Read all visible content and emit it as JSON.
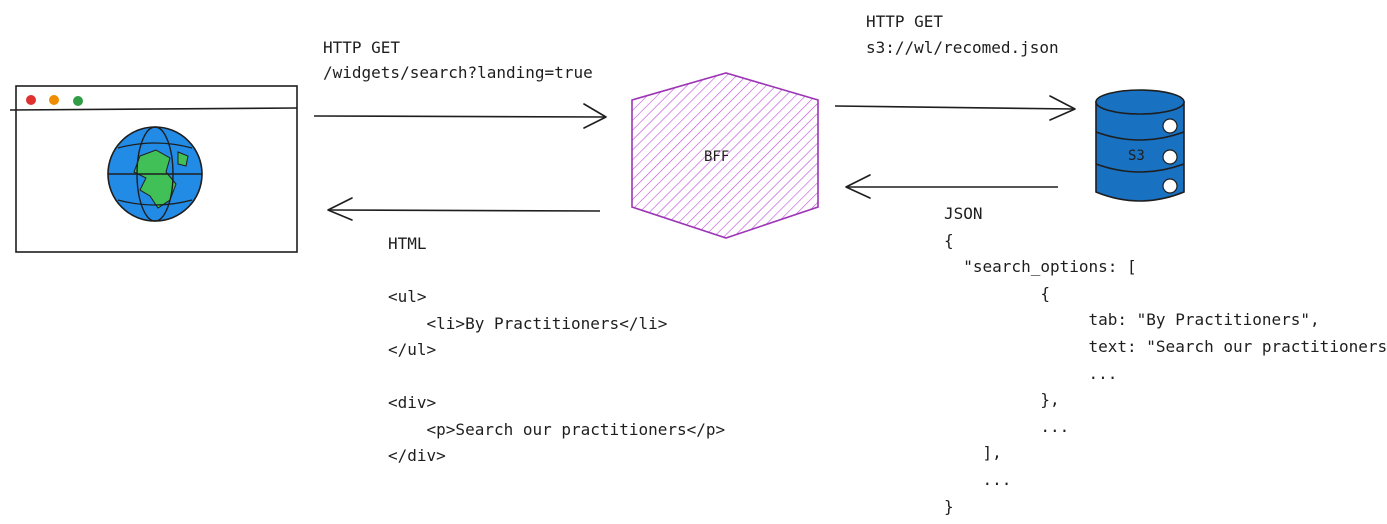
{
  "request_label_1": {
    "method": "HTTP GET",
    "path": "/widgets/search?landing=true"
  },
  "request_label_2": {
    "method": "HTTP GET",
    "path": "s3://wl/recomed.json"
  },
  "bff": {
    "label": "BFF",
    "color": "#9c36b5"
  },
  "storage": {
    "label": "S3",
    "color": "#1971c2"
  },
  "html_response": {
    "lines": [
      "HTML",
      "",
      "<ul>",
      "    <li>By Practitioners</li>",
      "</ul>",
      "",
      "<div>",
      "    <p>Search our practitioners</p>",
      "</div>"
    ]
  },
  "json_response": {
    "lines": [
      "JSON",
      "{",
      "  \"search_options: [",
      "          {",
      "               tab: \"By Practitioners\",",
      "               text: \"Search our practitioners\"",
      "               ...",
      "          },",
      "          ...",
      "    ],",
      "    ...",
      "}"
    ]
  },
  "browser": {
    "dot_colors": [
      "#e03131",
      "#f08c00",
      "#2f9e44"
    ],
    "globe_color": "#228be6",
    "land_color": "#40c057"
  }
}
